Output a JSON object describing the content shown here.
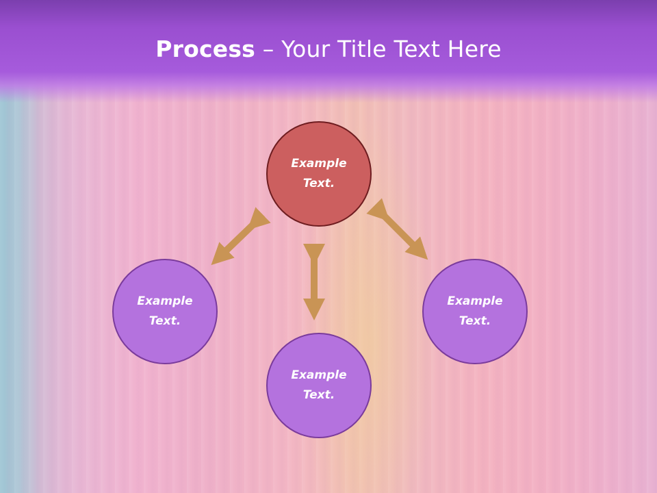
{
  "slide": {
    "title_bold": "Process",
    "title_rest": " – Your Title Text Here"
  },
  "nodes": {
    "top": "Example Text.",
    "left": "Example Text.",
    "right": "Example Text.",
    "bottom": "Example Text."
  },
  "colors": {
    "header": "#9a4fd0",
    "top_node": "#cc5f5f",
    "other_nodes": "#b472de",
    "arrows": "#c99455"
  }
}
